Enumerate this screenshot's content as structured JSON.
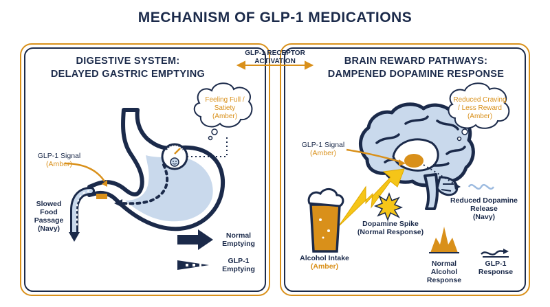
{
  "title": "MECHANISM OF GLP-1 MEDICATIONS",
  "center_label": {
    "line1": "GLP-1 RECEPTOR",
    "line2": "ACTIVATION"
  },
  "left_panel": {
    "title_line1": "DIGESTIVE SYSTEM:",
    "title_line2": "DELAYED GASTRIC EMPTYING",
    "satiety_bubble": {
      "line1": "Feeling Full /",
      "line2": "Satiety",
      "line3": "(Amber)"
    },
    "glp1_signal": {
      "line1": "GLP-1 Signal",
      "line2": "(Amber)"
    },
    "slowed_food": {
      "line1": "Slowed",
      "line2": "Food",
      "line3": "Passage",
      "line4": "(Navy)"
    },
    "legend": [
      {
        "line1": "Normal",
        "line2": "Emptying"
      },
      {
        "line1": "GLP-1",
        "line2": "Emptying"
      }
    ]
  },
  "right_panel": {
    "title_line1": "BRAIN REWARD PATHWAYS:",
    "title_line2": "DAMPENED DOPAMINE RESPONSE",
    "craving_bubble": {
      "line1": "Reduced Craving",
      "line2": "/ Less Reward",
      "line3": "(Amber)"
    },
    "glp1_signal": {
      "line1": "GLP-1 Signal",
      "line2": "(Amber)"
    },
    "reduced_dopamine": {
      "line1": "Reduced Dopamine",
      "line2": "Release",
      "line3": "(Navy)"
    },
    "dopamine_spike": {
      "line1": "Dopamine Spike",
      "line2": "(Normal Response)"
    },
    "alcohol_intake": {
      "line1": "Alcohol Intake",
      "line2": "(Amber)"
    },
    "legend": [
      {
        "line1": "Normal",
        "line2": "Alcohol",
        "line3": "Response"
      },
      {
        "line1": "GLP-1",
        "line2": "Response"
      }
    ]
  },
  "colors": {
    "navy": "#1b2a4a",
    "amber": "#d9901a",
    "yellow": "#f5c518",
    "light_blue": "#c9d9ec"
  }
}
